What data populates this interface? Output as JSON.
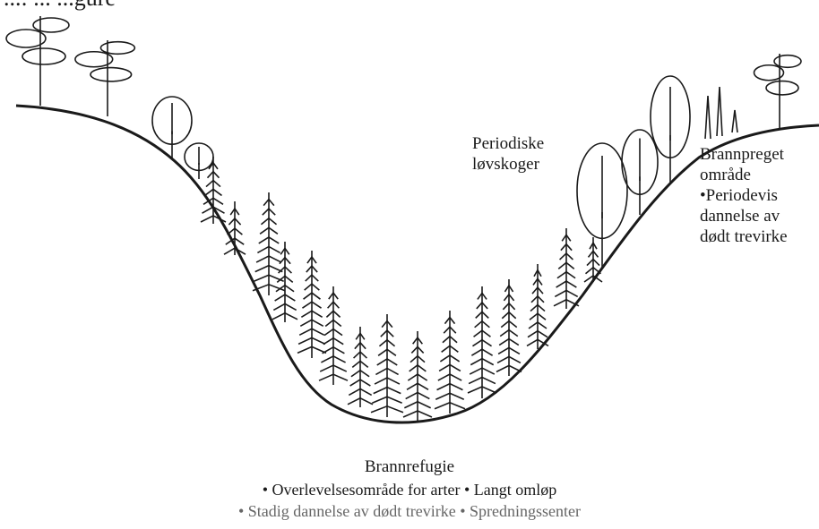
{
  "top_fragment": "...: ... ...gure",
  "labels": {
    "lovskoger": [
      "Periodiske",
      "løvskoger"
    ],
    "brannpreget": {
      "title": "Brannpreget",
      "title2": "område",
      "bullet": "•Periodevis",
      "lines": [
        "dannelse av",
        "dødt trevirke"
      ]
    },
    "refugie": {
      "title": "Brannrefugie",
      "row1": "• Overlevelsesområde for arter • Langt omløp",
      "row2": "• Stadig dannelse av dødt trevirke • Spredningssenter"
    }
  },
  "colors": {
    "ink": "#1a1a1a",
    "background": "#ffffff"
  }
}
